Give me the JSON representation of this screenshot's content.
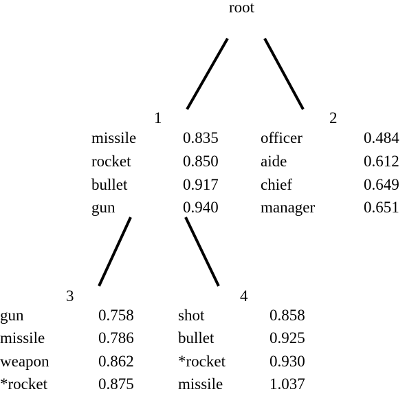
{
  "tree": {
    "root_label": "root",
    "nodes": [
      {
        "id": "1",
        "label": "1",
        "entries": [
          {
            "word": "missile",
            "score": "0.835"
          },
          {
            "word": "rocket",
            "score": "0.850"
          },
          {
            "word": "bullet",
            "score": "0.917"
          },
          {
            "word": "gun",
            "score": "0.940"
          }
        ]
      },
      {
        "id": "2",
        "label": "2",
        "entries": [
          {
            "word": "officer",
            "score": "0.484"
          },
          {
            "word": "aide",
            "score": "0.612"
          },
          {
            "word": "chief",
            "score": "0.649"
          },
          {
            "word": "manager",
            "score": "0.651"
          }
        ]
      },
      {
        "id": "3",
        "label": "3",
        "entries": [
          {
            "word": "gun",
            "score": "0.758"
          },
          {
            "word": "missile",
            "score": "0.786"
          },
          {
            "word": "weapon",
            "score": "0.862"
          },
          {
            "word": "*rocket",
            "score": "0.875"
          }
        ]
      },
      {
        "id": "4",
        "label": "4",
        "entries": [
          {
            "word": "shot",
            "score": "0.858"
          },
          {
            "word": "bullet",
            "score": "0.925"
          },
          {
            "word": "*rocket",
            "score": "0.930"
          },
          {
            "word": "missile",
            "score": "1.037"
          }
        ]
      }
    ],
    "edges": [
      {
        "from": "root",
        "to": "1"
      },
      {
        "from": "root",
        "to": "2"
      },
      {
        "from": "1",
        "to": "3"
      },
      {
        "from": "1",
        "to": "4"
      }
    ]
  }
}
